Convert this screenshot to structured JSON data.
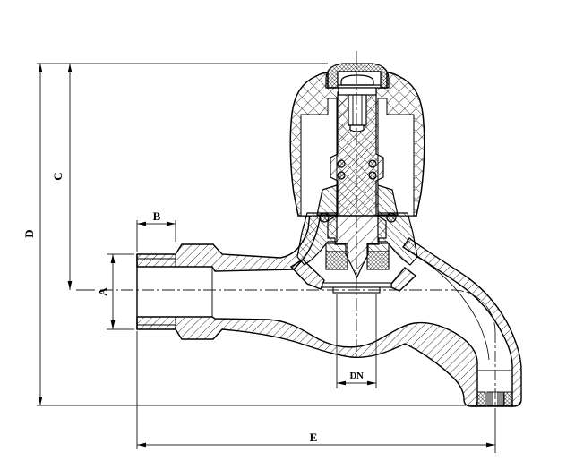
{
  "drawing": {
    "labels": {
      "A": "A",
      "B": "B",
      "C": "C",
      "D": "D",
      "DN": "DN",
      "E": "E"
    },
    "colors": {
      "line": "#000000",
      "dim_line": "#2a2a2a",
      "background": "#ffffff"
    }
  }
}
